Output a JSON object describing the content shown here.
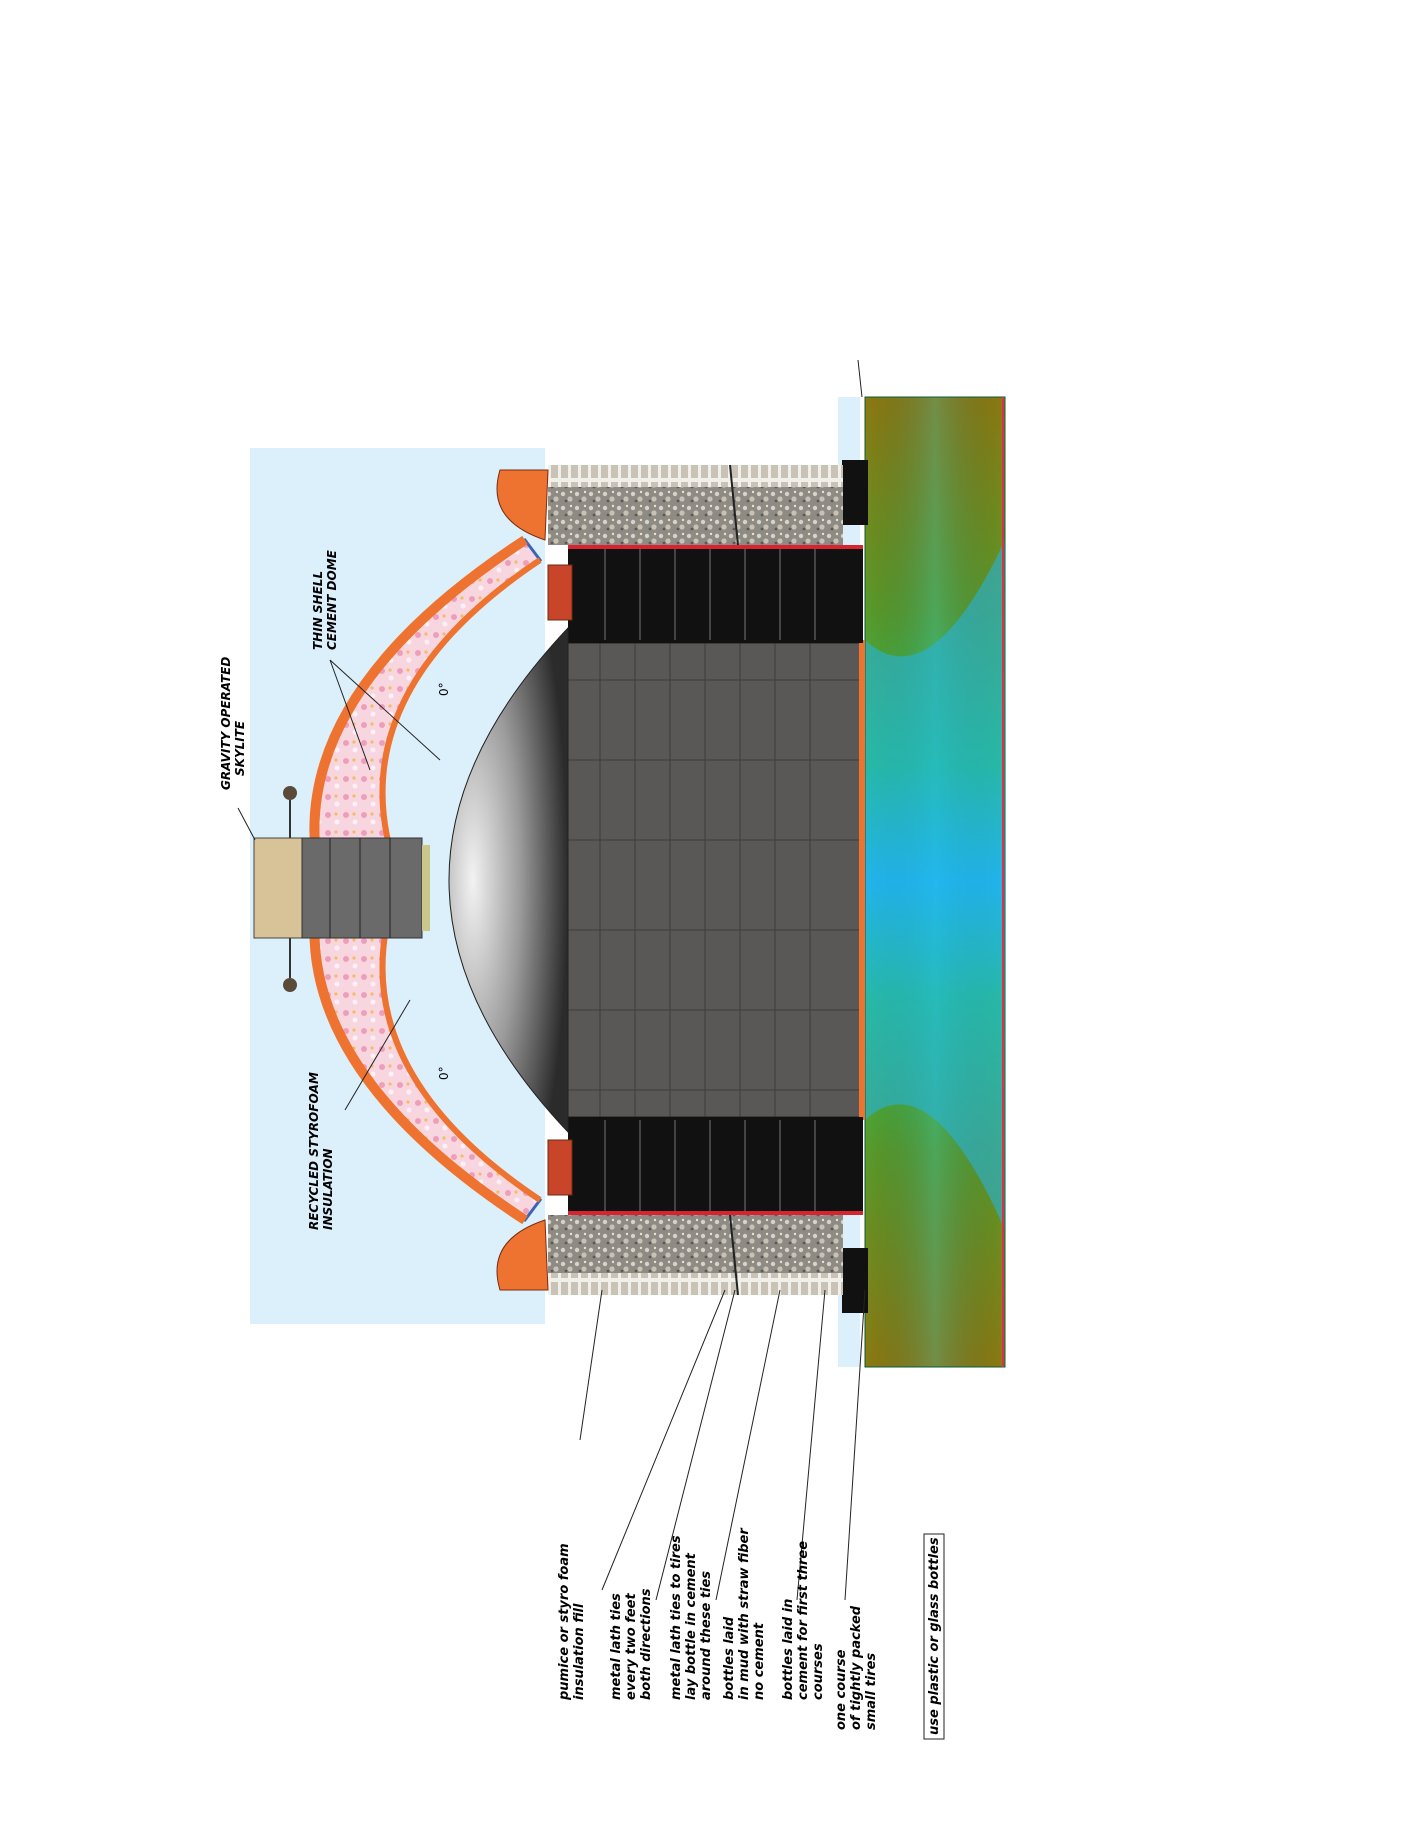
{
  "callouts": {
    "skylite": {
      "lines": [
        "GRAVITY OPERATED",
        "SKYLITE"
      ]
    },
    "dome": {
      "lines": [
        "THIN SHELL",
        "CEMENT DOME"
      ]
    },
    "insulation": {
      "lines": [
        "RECYCLED STYROFOAM",
        "INSULATION"
      ]
    }
  },
  "legend": [
    {
      "lines": [
        "pumice or styro foam",
        "insulation fill"
      ]
    },
    {
      "lines": [
        "metal lath ties",
        "every two feet",
        "both directions"
      ]
    },
    {
      "lines": [
        "metal lath ties to tires",
        "lay bottle in cement",
        "around these ties"
      ]
    },
    {
      "lines": [
        "bottles laid",
        "in mud with straw fiber",
        "no cement"
      ]
    },
    {
      "lines": [
        "bottles laid in",
        "cement for first three",
        "courses"
      ]
    },
    {
      "lines": [
        "one course",
        "of tightly packed",
        "small tires"
      ]
    }
  ],
  "note": "use plastic or glass bottles",
  "angles": {
    "left": "0°",
    "right": "0°"
  },
  "colors": {
    "sky": "#dcf0fb",
    "plaster": "#ee7330",
    "tire": "#111111",
    "floor": "#5a5856",
    "ground_warm": "#8c7a12",
    "ground_mid": "#2fbf55",
    "ground_water": "#22b4ec"
  }
}
